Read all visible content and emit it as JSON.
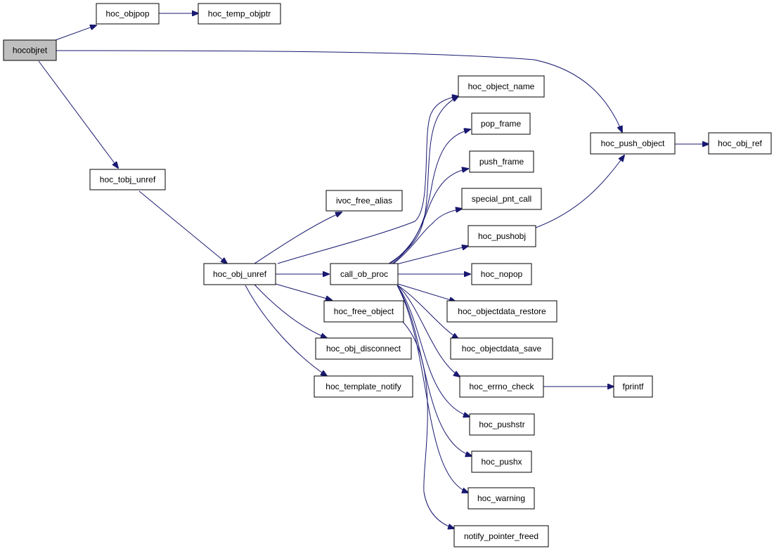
{
  "graph": {
    "root": "hocobjret",
    "colors": {
      "edge": "#191970",
      "root_fill": "#bfbfbf",
      "node_fill": "#ffffff",
      "node_border": "#000000"
    },
    "nodes": {
      "hocobjret": "hocobjret",
      "hoc_objpop": "hoc_objpop",
      "hoc_temp_objptr": "hoc_temp_objptr",
      "hoc_tobj_unref": "hoc_tobj_unref",
      "hoc_obj_unref": "hoc_obj_unref",
      "ivoc_free_alias": "ivoc_free_alias",
      "call_ob_proc": "call_ob_proc",
      "hoc_free_object": "hoc_free_object",
      "hoc_obj_disconnect": "hoc_obj_disconnect",
      "hoc_template_notify": "hoc_template_notify",
      "hoc_object_name": "hoc_object_name",
      "pop_frame": "pop_frame",
      "push_frame": "push_frame",
      "special_pnt_call": "special_pnt_call",
      "hoc_pushobj": "hoc_pushobj",
      "hoc_nopop": "hoc_nopop",
      "hoc_objectdata_restore": "hoc_objectdata_restore",
      "hoc_objectdata_save": "hoc_objectdata_save",
      "hoc_errno_check": "hoc_errno_check",
      "hoc_pushstr": "hoc_pushstr",
      "hoc_pushx": "hoc_pushx",
      "hoc_warning": "hoc_warning",
      "notify_pointer_freed": "notify_pointer_freed",
      "hoc_push_object": "hoc_push_object",
      "hoc_obj_ref": "hoc_obj_ref",
      "fprintf": "fprintf"
    },
    "edges": [
      [
        "hocobjret",
        "hoc_objpop"
      ],
      [
        "hocobjret",
        "hoc_push_object"
      ],
      [
        "hocobjret",
        "hoc_tobj_unref"
      ],
      [
        "hoc_objpop",
        "hoc_temp_objptr"
      ],
      [
        "hoc_tobj_unref",
        "hoc_obj_unref"
      ],
      [
        "hoc_obj_unref",
        "ivoc_free_alias"
      ],
      [
        "hoc_obj_unref",
        "hoc_object_name"
      ],
      [
        "hoc_obj_unref",
        "call_ob_proc"
      ],
      [
        "hoc_obj_unref",
        "hoc_free_object"
      ],
      [
        "hoc_obj_unref",
        "hoc_obj_disconnect"
      ],
      [
        "hoc_obj_unref",
        "hoc_template_notify"
      ],
      [
        "call_ob_proc",
        "hoc_object_name"
      ],
      [
        "call_ob_proc",
        "pop_frame"
      ],
      [
        "call_ob_proc",
        "push_frame"
      ],
      [
        "call_ob_proc",
        "special_pnt_call"
      ],
      [
        "call_ob_proc",
        "hoc_pushobj"
      ],
      [
        "call_ob_proc",
        "hoc_nopop"
      ],
      [
        "call_ob_proc",
        "hoc_objectdata_restore"
      ],
      [
        "call_ob_proc",
        "hoc_objectdata_save"
      ],
      [
        "call_ob_proc",
        "hoc_errno_check"
      ],
      [
        "call_ob_proc",
        "hoc_pushstr"
      ],
      [
        "call_ob_proc",
        "hoc_pushx"
      ],
      [
        "call_ob_proc",
        "hoc_warning"
      ],
      [
        "hoc_free_object",
        "notify_pointer_freed"
      ],
      [
        "hoc_pushobj",
        "hoc_push_object"
      ],
      [
        "hoc_push_object",
        "hoc_obj_ref"
      ],
      [
        "hoc_errno_check",
        "fprintf"
      ]
    ]
  }
}
